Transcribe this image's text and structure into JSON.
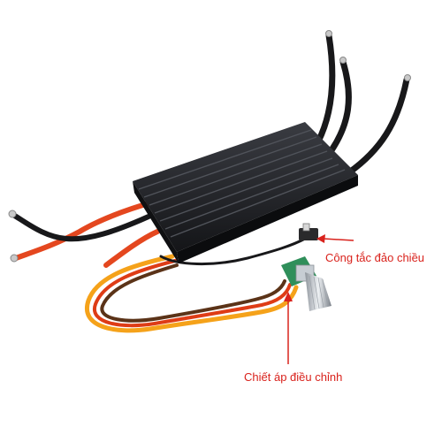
{
  "annotations": {
    "switch_label": "Công tắc đảo chiều",
    "pot_label": "Chiết áp điều chỉnh"
  },
  "colors": {
    "background": "#ffffff",
    "annotation_text": "#d9221c",
    "heatsink": "#1b1c1f",
    "motor_wire": "#18181a",
    "power_wire_red": "#e4471f",
    "signal_wire_orange": "#f5a21a",
    "signal_wire_red": "#de3c16",
    "signal_wire_brown": "#5b3318",
    "pot_body": "#2f8f5a"
  },
  "icons": [
    "arrow-icon",
    "esc-heatsink",
    "motor-wire",
    "battery-wire",
    "signal-wire",
    "potentiometer",
    "direction-switch"
  ]
}
